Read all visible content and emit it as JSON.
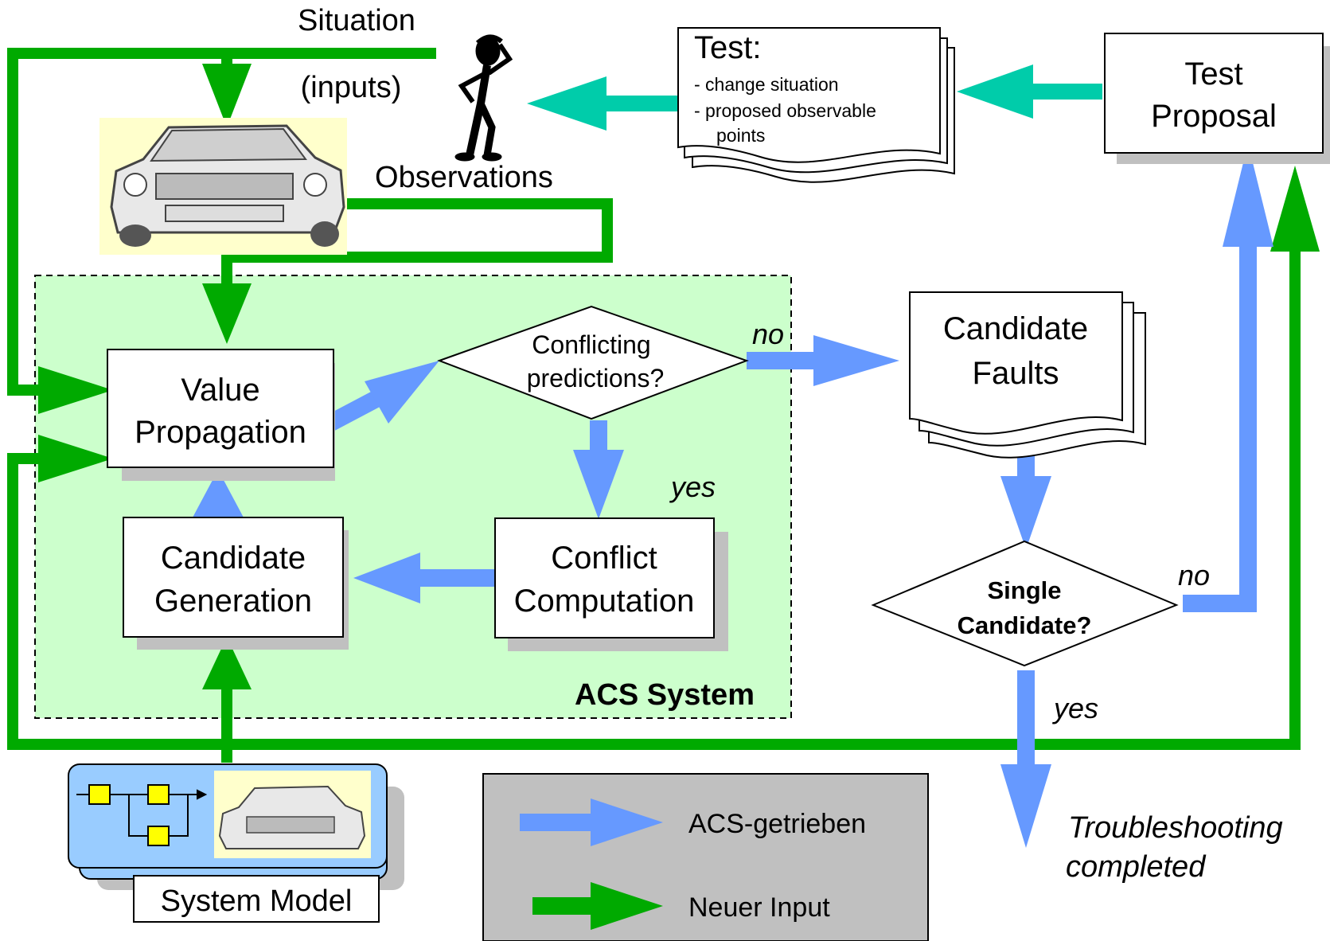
{
  "labels": {
    "situation": "Situation",
    "inputs": "(inputs)",
    "observations": "Observations",
    "acs_system": "ACS System",
    "no_upper": "no",
    "yes_middle": "yes",
    "no_right": "no",
    "yes_lower": "yes",
    "troubleshooting_line1": "Troubleshooting",
    "troubleshooting_line2": "completed"
  },
  "nodes": {
    "value_propagation": [
      "Value",
      "Propagation"
    ],
    "candidate_generation": [
      "Candidate",
      "Generation"
    ],
    "conflict_computation": [
      "Conflict",
      "Computation"
    ],
    "conflicting_predictions": [
      "Conflicting",
      "predictions?"
    ],
    "candidate_faults": [
      "Candidate",
      "Faults"
    ],
    "single_candidate": [
      "Single",
      "Candidate?"
    ],
    "test_proposal": [
      "Test",
      "Proposal"
    ],
    "system_model": "System Model"
  },
  "test_document": {
    "title": "Test:",
    "lines": [
      "- change situation",
      "- proposed observable",
      "points"
    ]
  },
  "legend": {
    "items": [
      {
        "label": "ACS-getrieben",
        "color": "#6699ff"
      },
      {
        "label": "Neuer Input",
        "color": "#00aa00"
      }
    ]
  },
  "colors": {
    "acs_arrow": "#6699ff",
    "input_arrow": "#00aa00",
    "test_arrow": "#00ccaa",
    "acs_region": "#ccffcc",
    "legend_bg": "#c0c0c0",
    "car_bg": "#ffffcc",
    "system_model_bg": "#99ccff"
  },
  "icons": [
    "thinking-person-icon",
    "car-icon",
    "block-diagram-icon"
  ]
}
